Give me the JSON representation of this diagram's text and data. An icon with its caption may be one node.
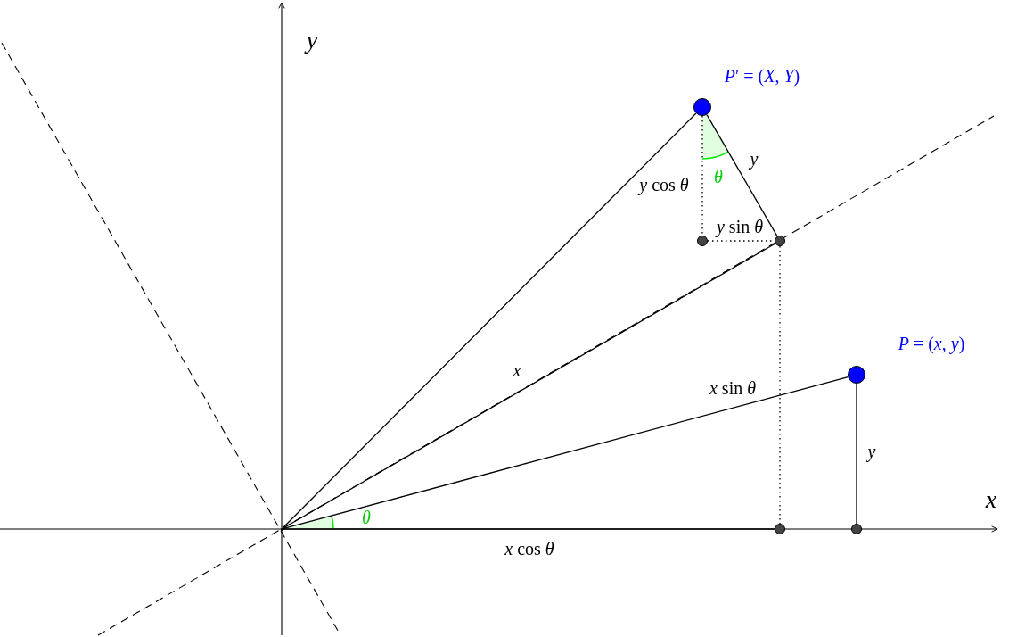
{
  "diagram": {
    "nodes": [
      {
        "text": [],
        "shape": "circle",
        "beside": [
          "*P*′ = (*X*, *Y*)"
        ]
      },
      {
        "text": [],
        "shape": "circle"
      },
      {
        "text": [],
        "shape": "circle"
      },
      {
        "text": [],
        "shape": "circle",
        "beside": [
          "*P* = (*x*, *y*)"
        ]
      },
      {
        "text": [],
        "shape": "circle"
      },
      {
        "text": [],
        "shape": "circle"
      },
      {
        "text": [],
        "shape": "point"
      }
    ],
    "edges": [
      {
        "from": 6,
        "to": 0,
        "arrow": "none"
      },
      {
        "from": 6,
        "to": 2,
        "arrow": "none",
        "label": "x"
      },
      {
        "from": 6,
        "to": 3,
        "arrow": "none"
      },
      {
        "from": 0,
        "to": 2,
        "arrow": "none",
        "label": "y"
      },
      {
        "from": 3,
        "to": 5,
        "arrow": "none",
        "label": "y"
      },
      {
        "from": 0,
        "to": 1,
        "arrow": "none",
        "label": "*y* cos *θ*",
        "style": "dashed"
      },
      {
        "from": 1,
        "to": 2,
        "arrow": "none",
        "label": "*y* sin *θ*",
        "style": "dashed"
      },
      {
        "from": 2,
        "to": 4,
        "arrow": "none",
        "label": "*x* sin *θ*",
        "style": "dashed"
      },
      {
        "from": 6,
        "to": 4,
        "arrow": "none",
        "label": "*x* cos *θ*"
      }
    ],
    "labels": [
      "y",
      "x",
      "θ",
      "θ"
    ]
  }
}
